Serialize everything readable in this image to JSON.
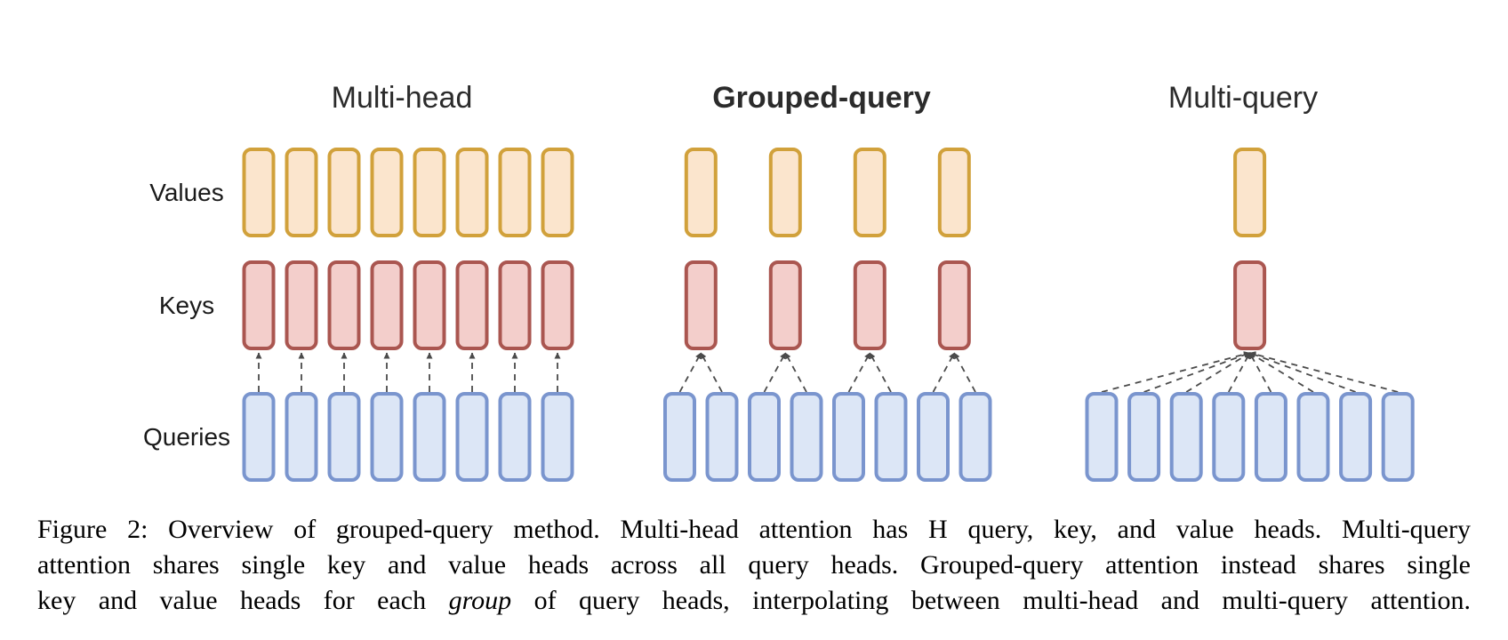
{
  "figure": {
    "panels": [
      {
        "title": "Multi-head",
        "title_bold": false,
        "query_heads": 8,
        "kv_heads": 8
      },
      {
        "title": "Grouped-query",
        "title_bold": true,
        "query_heads": 8,
        "kv_heads": 4
      },
      {
        "title": "Multi-query",
        "title_bold": false,
        "query_heads": 8,
        "kv_heads": 1
      }
    ],
    "row_labels": [
      {
        "label": "Values"
      },
      {
        "label": "Keys"
      },
      {
        "label": "Queries"
      }
    ],
    "colors": {
      "values_fill": "#fbe5cd",
      "values_stroke": "#d1a13b",
      "keys_fill": "#f3cecb",
      "keys_stroke": "#aa5650",
      "queries_fill": "#dce6f6",
      "queries_stroke": "#7a95ce",
      "connector": "#4a4a4a"
    }
  },
  "caption": {
    "figure_label": "Figure 2:",
    "lines": [
      [
        {
          "text": "Figure 2: Overview of grouped-query method. Multi-head attention has H query, key, and value heads. Multi-query",
          "italic": false
        }
      ],
      [
        {
          "text": "attention shares single key and value heads across all query heads. Grouped-query attention instead shares single",
          "italic": false
        }
      ],
      [
        {
          "text": "key and value heads for each ",
          "italic": false
        },
        {
          "text": "group",
          "italic": true
        },
        {
          "text": " of query heads, interpolating between multi-head and multi-query attention.",
          "italic": false
        }
      ]
    ]
  }
}
